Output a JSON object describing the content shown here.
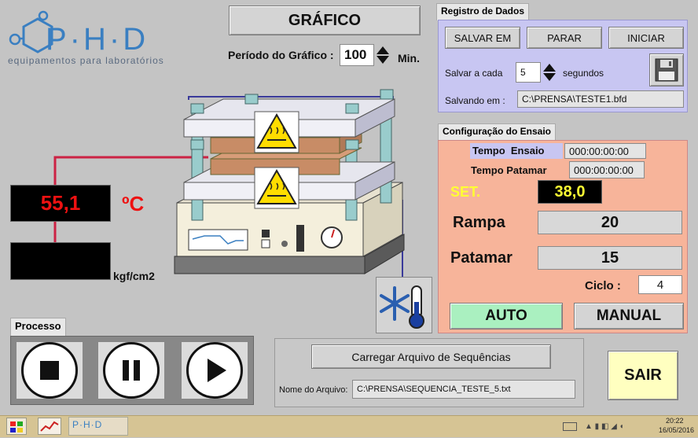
{
  "logo": {
    "mark": "P·H·D",
    "tagline": "equipamentos para laboratórios"
  },
  "header": {
    "grafico_button": "GRÁFICO",
    "periodo_label": "Período do Gráfico :",
    "periodo_value": "100",
    "periodo_unit": "Min."
  },
  "registro": {
    "tab": "Registro de Dados",
    "salvar_em": "SALVAR EM",
    "parar": "PARAR",
    "iniciar": "INICIAR",
    "salvar_cada_label": "Salvar a cada",
    "salvar_cada_value": "5",
    "segundos": "segundos",
    "salvando_label": "Salvando em :",
    "salvando_path": "C:\\PRENSA\\TESTE1.bfd"
  },
  "ensaio": {
    "tab": "Configuração do Ensaio",
    "tempo_ensaio_label": "Tempo  Ensaio",
    "tempo_ensaio_value": "000:00:00:00",
    "tempo_patamar_label": "Tempo Patamar",
    "tempo_patamar_value": "000:00:00:00",
    "set_label": "SET.",
    "set_value": "38,0",
    "rampa_label": "Rampa",
    "rampa_value": "20",
    "patamar_label": "Patamar",
    "patamar_value": "15",
    "ciclo_label": "Ciclo :",
    "ciclo_value": "4",
    "auto": "AUTO",
    "manual": "MANUAL"
  },
  "readouts": {
    "temp_value": "55,1",
    "temp_unit": "ºC",
    "pressure_value": "",
    "pressure_unit": "kgf/cm2"
  },
  "processo": {
    "tab": "Processo"
  },
  "arquivo": {
    "carregar": "Carregar Arquivo de Sequências",
    "nome_label": "Nome do Arquivo:",
    "nome_value": "C:\\PRENSA\\SEQUENCIA_TESTE_5.txt"
  },
  "sair": "SAIR",
  "taskbar": {
    "time": "20:22",
    "date": "16/05/2016",
    "app_label": "P·H·D"
  },
  "colors": {
    "bg": "#c4c4c4",
    "ensaio_panel": "#f7b49a",
    "registro_panel": "#c8c6f2",
    "temp_red": "#ee1111",
    "set_yellow": "#ffff33",
    "auto_green": "#aaf0c0",
    "sair_yellow": "#ffffc0"
  }
}
